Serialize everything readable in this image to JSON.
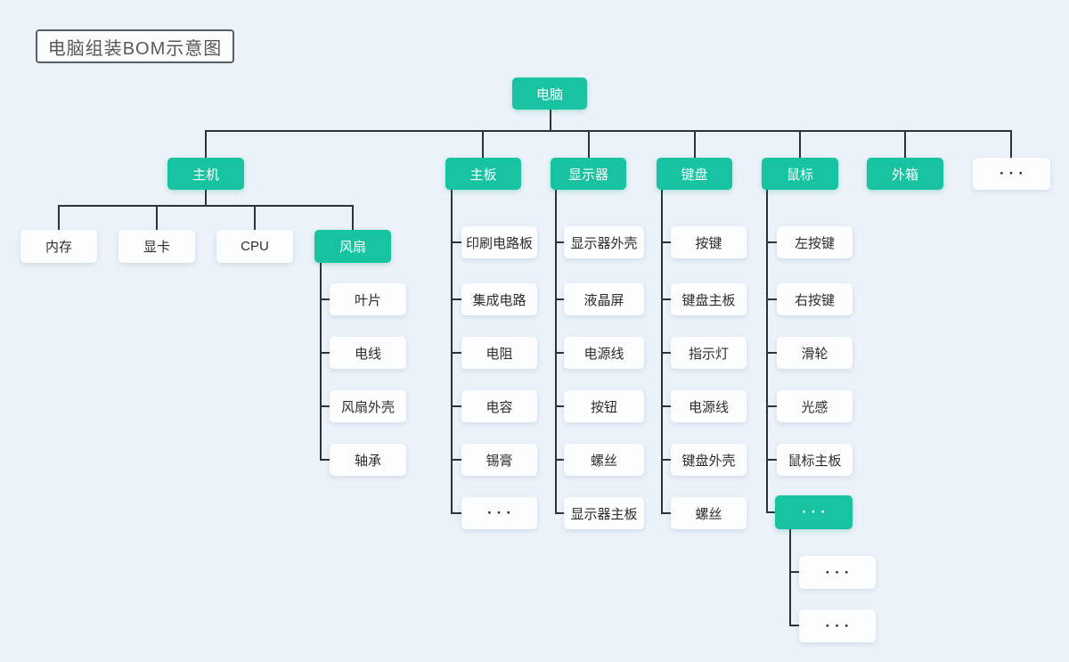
{
  "title": "电脑组装BOM示意图",
  "colors": {
    "background": "#ecf2f9",
    "node_green": "#17c3a0",
    "node_white": "#fbfdfe",
    "green_text": "#ffffff",
    "dark_text": "#2c2d2f",
    "connector": "#2e3338",
    "title_border": "#5a5e63",
    "title_bg": "#fafcfe",
    "title_text": "#55585d"
  },
  "nodes": [
    {
      "id": "computer",
      "label": "电脑",
      "variant": "green"
    },
    {
      "id": "main-unit",
      "label": "主机",
      "variant": "green"
    },
    {
      "id": "motherboard",
      "label": "主板",
      "variant": "green"
    },
    {
      "id": "monitor",
      "label": "显示器",
      "variant": "green"
    },
    {
      "id": "keyboard",
      "label": "键盘",
      "variant": "green"
    },
    {
      "id": "mouse",
      "label": "鼠标",
      "variant": "green"
    },
    {
      "id": "outer-box",
      "label": "外箱",
      "variant": "green"
    },
    {
      "id": "level2-more",
      "label": "···",
      "variant": "white"
    },
    {
      "id": "memory",
      "label": "内存",
      "variant": "white"
    },
    {
      "id": "graphics-card",
      "label": "显卡",
      "variant": "white"
    },
    {
      "id": "cpu",
      "label": "CPU",
      "variant": "white"
    },
    {
      "id": "fan",
      "label": "风扇",
      "variant": "green"
    },
    {
      "id": "fan-blade",
      "label": "叶片",
      "variant": "white"
    },
    {
      "id": "fan-wire",
      "label": "电线",
      "variant": "white"
    },
    {
      "id": "fan-shell",
      "label": "风扇外壳",
      "variant": "white"
    },
    {
      "id": "fan-bearing",
      "label": "轴承",
      "variant": "white"
    },
    {
      "id": "pcb",
      "label": "印刷电路板",
      "variant": "white"
    },
    {
      "id": "integrated-circuit",
      "label": "集成电路",
      "variant": "white"
    },
    {
      "id": "resistor",
      "label": "电阻",
      "variant": "white"
    },
    {
      "id": "capacitor",
      "label": "电容",
      "variant": "white"
    },
    {
      "id": "solder-paste",
      "label": "锡膏",
      "variant": "white"
    },
    {
      "id": "motherboard-more",
      "label": "···",
      "variant": "white"
    },
    {
      "id": "monitor-shell",
      "label": "显示器外壳",
      "variant": "white"
    },
    {
      "id": "lcd-screen",
      "label": "液晶屏",
      "variant": "white"
    },
    {
      "id": "monitor-power-cord",
      "label": "电源线",
      "variant": "white"
    },
    {
      "id": "monitor-button",
      "label": "按钮",
      "variant": "white"
    },
    {
      "id": "monitor-screw",
      "label": "螺丝",
      "variant": "white"
    },
    {
      "id": "monitor-board",
      "label": "显示器主板",
      "variant": "white"
    },
    {
      "id": "keycap",
      "label": "按键",
      "variant": "white"
    },
    {
      "id": "keyboard-board",
      "label": "键盘主板",
      "variant": "white"
    },
    {
      "id": "indicator-light",
      "label": "指示灯",
      "variant": "white"
    },
    {
      "id": "keyboard-power-cord",
      "label": "电源线",
      "variant": "white"
    },
    {
      "id": "keyboard-shell",
      "label": "键盘外壳",
      "variant": "white"
    },
    {
      "id": "keyboard-screw",
      "label": "螺丝",
      "variant": "white"
    },
    {
      "id": "left-button",
      "label": "左按键",
      "variant": "white"
    },
    {
      "id": "right-button",
      "label": "右按键",
      "variant": "white"
    },
    {
      "id": "scroll-wheel",
      "label": "滑轮",
      "variant": "white"
    },
    {
      "id": "optical-sensor",
      "label": "光感",
      "variant": "white"
    },
    {
      "id": "mouse-board",
      "label": "鼠标主板",
      "variant": "white"
    },
    {
      "id": "mouse-more",
      "label": "···",
      "variant": "green"
    },
    {
      "id": "mouse-more-child-1",
      "label": "···",
      "variant": "white"
    },
    {
      "id": "mouse-more-child-2",
      "label": "···",
      "variant": "white"
    }
  ],
  "edges": [
    [
      "computer",
      "main-unit"
    ],
    [
      "computer",
      "motherboard"
    ],
    [
      "computer",
      "monitor"
    ],
    [
      "computer",
      "keyboard"
    ],
    [
      "computer",
      "mouse"
    ],
    [
      "computer",
      "outer-box"
    ],
    [
      "computer",
      "level2-more"
    ],
    [
      "main-unit",
      "memory"
    ],
    [
      "main-unit",
      "graphics-card"
    ],
    [
      "main-unit",
      "cpu"
    ],
    [
      "main-unit",
      "fan"
    ],
    [
      "fan",
      "fan-blade"
    ],
    [
      "fan",
      "fan-wire"
    ],
    [
      "fan",
      "fan-shell"
    ],
    [
      "fan",
      "fan-bearing"
    ],
    [
      "motherboard",
      "pcb"
    ],
    [
      "motherboard",
      "integrated-circuit"
    ],
    [
      "motherboard",
      "resistor"
    ],
    [
      "motherboard",
      "capacitor"
    ],
    [
      "motherboard",
      "solder-paste"
    ],
    [
      "motherboard",
      "motherboard-more"
    ],
    [
      "monitor",
      "monitor-shell"
    ],
    [
      "monitor",
      "lcd-screen"
    ],
    [
      "monitor",
      "monitor-power-cord"
    ],
    [
      "monitor",
      "monitor-button"
    ],
    [
      "monitor",
      "monitor-screw"
    ],
    [
      "monitor",
      "monitor-board"
    ],
    [
      "keyboard",
      "keycap"
    ],
    [
      "keyboard",
      "keyboard-board"
    ],
    [
      "keyboard",
      "indicator-light"
    ],
    [
      "keyboard",
      "keyboard-power-cord"
    ],
    [
      "keyboard",
      "keyboard-shell"
    ],
    [
      "keyboard",
      "keyboard-screw"
    ],
    [
      "mouse",
      "left-button"
    ],
    [
      "mouse",
      "right-button"
    ],
    [
      "mouse",
      "scroll-wheel"
    ],
    [
      "mouse",
      "optical-sensor"
    ],
    [
      "mouse",
      "mouse-board"
    ],
    [
      "mouse",
      "mouse-more"
    ],
    [
      "mouse-more",
      "mouse-more-child-1"
    ],
    [
      "mouse-more",
      "mouse-more-child-2"
    ]
  ]
}
